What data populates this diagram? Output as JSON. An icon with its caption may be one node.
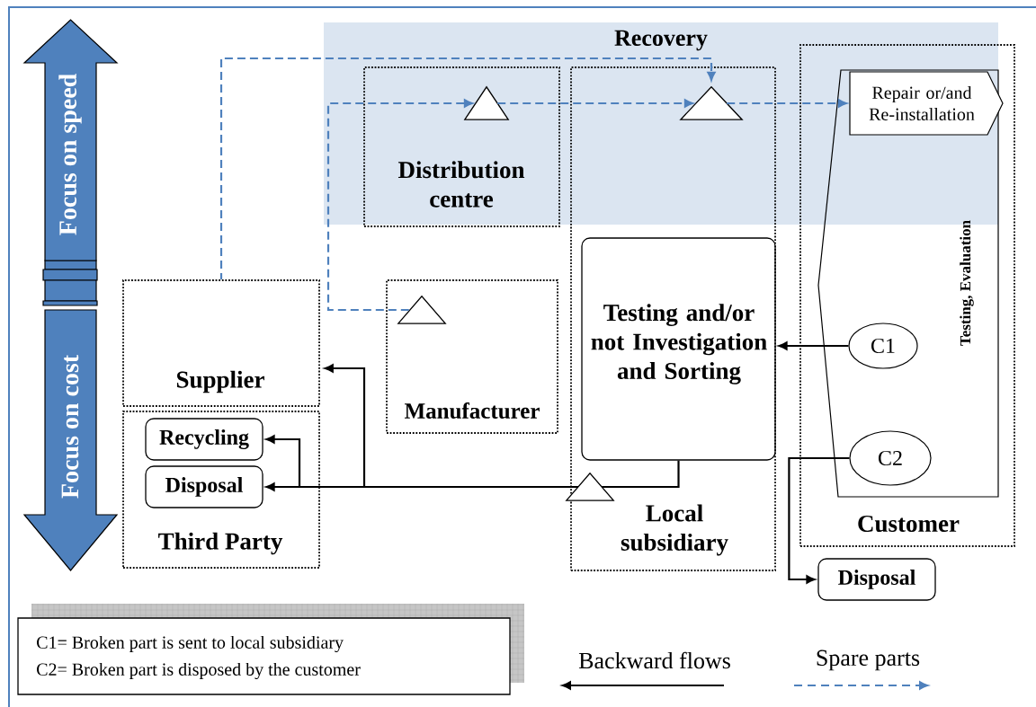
{
  "diagram": {
    "nodes": [
      {
        "text": [
          "Focus on speed"
        ]
      },
      {
        "text": [
          "Focus on cost"
        ]
      },
      {
        "text": [
          "Distribution centre"
        ]
      },
      {
        "text": [],
        "shape": "triangle",
        "in": 2
      },
      {
        "text": [
          "Local subsidiary"
        ]
      },
      {
        "text": [],
        "shape": "triangle",
        "in": 4
      },
      {
        "text": [
          "Testing and/or not Investigation and Sorting"
        ],
        "in": 4
      },
      {
        "text": [],
        "shape": "triangle"
      },
      {
        "text": [
          "Customer"
        ]
      },
      {
        "text": [
          "Testing, Evaluation"
        ],
        "in": 8
      },
      {
        "text": [
          "Repair or/and Re-installation"
        ],
        "in": 9
      },
      {
        "text": [
          "C1"
        ],
        "in": 9
      },
      {
        "text": [
          "C2"
        ],
        "in": 9
      },
      {
        "text": [
          "Supplier"
        ]
      },
      {
        "text": [
          "Third Party"
        ]
      },
      {
        "text": [
          "Recycling"
        ],
        "in": 14
      },
      {
        "text": [
          "Disposal"
        ],
        "in": 14
      },
      {
        "text": [
          "Manufacturer"
        ]
      },
      {
        "text": [],
        "shape": "triangle",
        "in": 17
      },
      {
        "text": [
          "Disposal"
        ]
      },
      {
        "text": [
          "C1= Broken part is sent to local subsidiary",
          "C2= Broken part is disposed by the customer"
        ]
      }
    ],
    "edges": [
      {
        "from": 11,
        "to": 6,
        "arrow": "to"
      },
      {
        "from": 12,
        "to": 19,
        "arrow": "to"
      },
      {
        "from": 6,
        "to": 7,
        "arrow": "none"
      },
      {
        "from": 7,
        "to": 16,
        "arrow": "to"
      },
      {
        "from": 7,
        "to": 15,
        "arrow": "to"
      },
      {
        "from": 7,
        "to": 13,
        "arrow": "to"
      },
      {
        "from": 13,
        "to": 5,
        "arrow": "to",
        "style": "dashed",
        "color": "#4f81bd"
      },
      {
        "from": 18,
        "to": 3,
        "arrow": "to",
        "style": "dashed",
        "color": "#4f81bd"
      },
      {
        "from": 3,
        "to": 5,
        "arrow": "to",
        "style": "dashed",
        "color": "#4f81bd"
      },
      {
        "from": 5,
        "to": 10,
        "arrow": "to",
        "style": "dashed",
        "color": "#4f81bd"
      }
    ],
    "labels": [
      "Recovery"
    ],
    "legend": [
      {
        "text": "Backward flows"
      },
      {
        "text": "Spare parts"
      }
    ]
  }
}
